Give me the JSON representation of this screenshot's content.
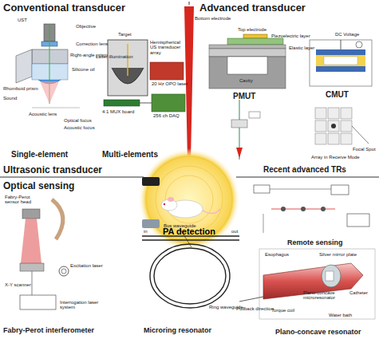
{
  "diagram": {
    "nodes": [
      {
        "text": [
          "PA detection"
        ]
      }
    ],
    "labels": [
      "Conventional transducer",
      "Advanced transducer",
      "Ultrasonic transducer",
      "Optical sensing",
      "Single-element",
      "Multi-elements",
      "PMUT",
      "CMUT",
      "Recent advanced TRs",
      "Fabry-Perot interferometer",
      "Microring resonator",
      "Remote sensing",
      "Plano-concave resonator",
      "UST",
      "Objective",
      "Correction lens",
      "Right-angle prism",
      "Silicone oil",
      "Rhomboid prism",
      "Sound",
      "Acoustic lens",
      "Optical focus",
      "Acoustic focus",
      "Target",
      "Laser illumination",
      "Hemispherical US transducer array",
      "20 Hz OPO laser",
      "4:1 MUX board",
      "256 ch DAQ",
      "Top electrode",
      "Bottom electrode",
      "Piezoelectric layer",
      "Elastic layer",
      "Cavity",
      "DC Voltage",
      "Focal Spot",
      "Array in Receive Mode",
      "Fabry-Perot sensor head",
      "Excitation laser",
      "X-Y scanner",
      "Interrogation laser system",
      "in",
      "out",
      "Bus waveguide",
      "Ring waveguide",
      "Silver mirror plate",
      "Esophagus",
      "Plano-concave microresonator",
      "Catheter",
      "Pullback direction",
      "Torque coil",
      "Water bath"
    ]
  }
}
